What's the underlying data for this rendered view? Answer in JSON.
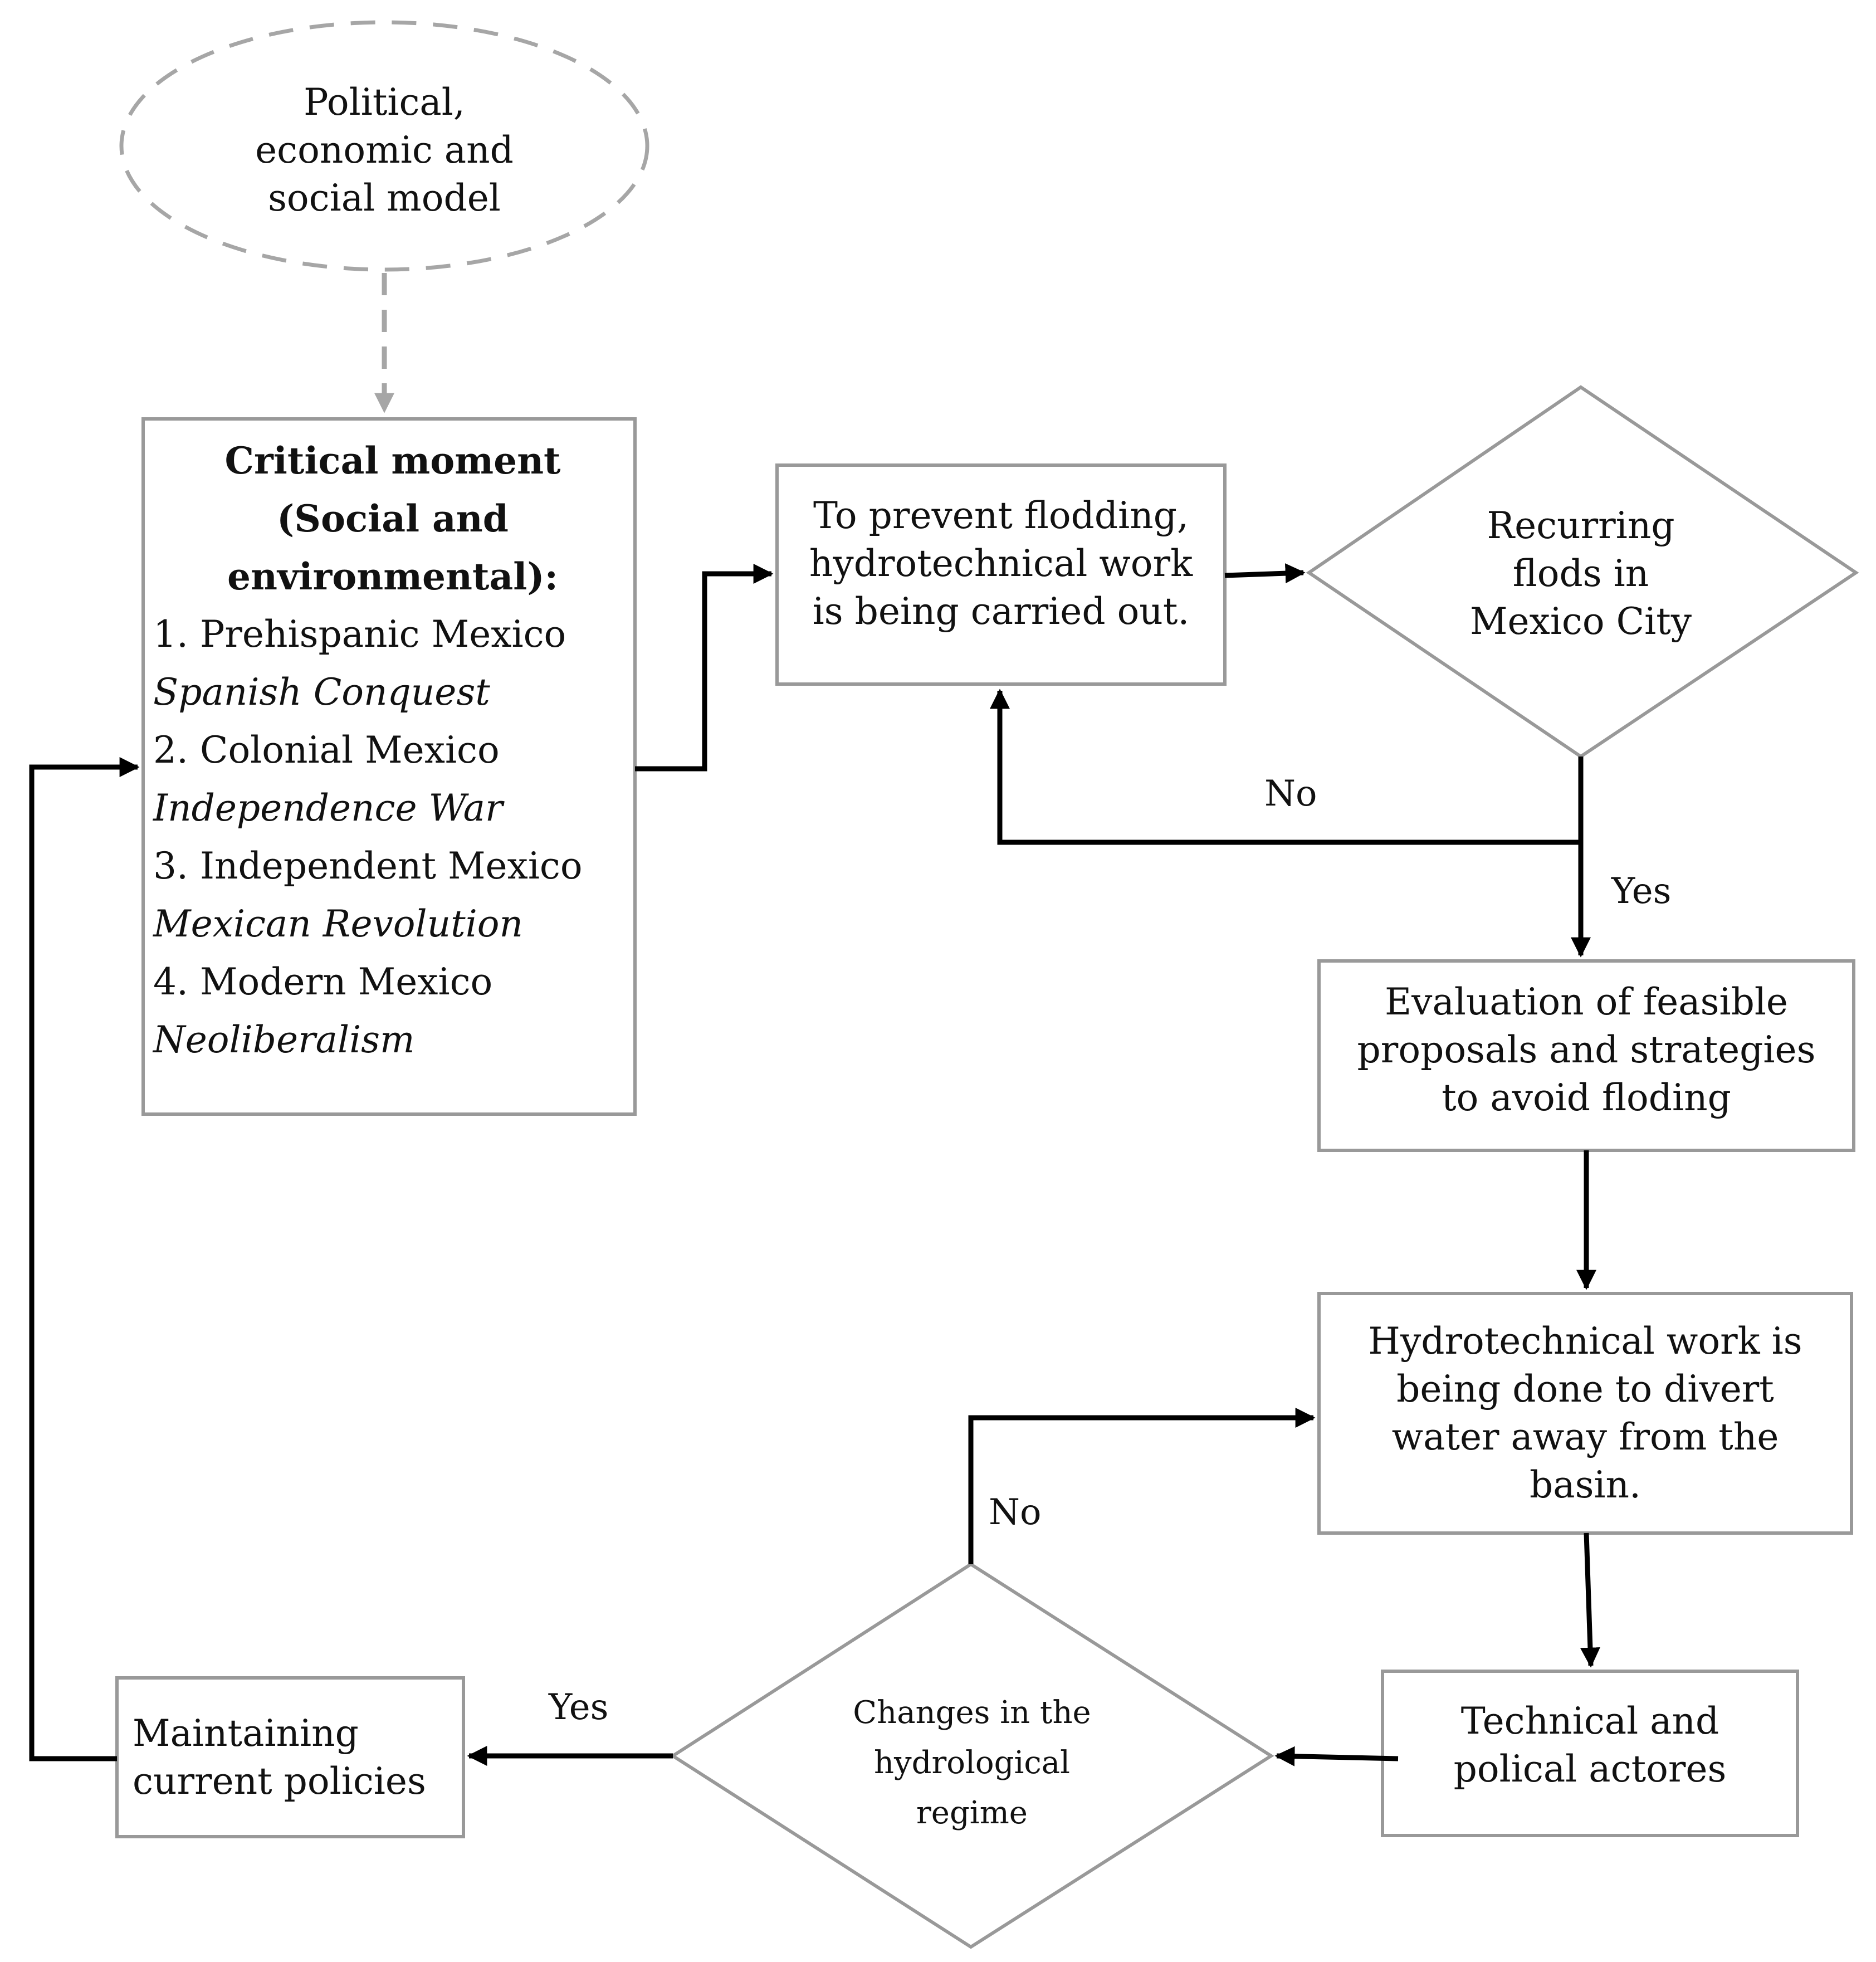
{
  "nodes": {
    "context": {
      "lines": [
        "Political,",
        "economic and",
        "social model"
      ]
    },
    "critical": {
      "heading": [
        "Critical moment",
        "(Social and",
        "environmental):"
      ],
      "eras": [
        {
          "item": "1. Prehispanic Mexico",
          "transition": "Spanish Conquest"
        },
        {
          "item": "2. Colonial Mexico",
          "transition": "Independence War"
        },
        {
          "item": "3. Independent Mexico",
          "transition": "Mexican Revolution"
        },
        {
          "item": "4. Modern Mexico",
          "transition": "Neoliberalism"
        }
      ]
    },
    "prevent": {
      "lines": [
        "To prevent flodding,",
        "hydrotechnical work",
        "is being  carried out."
      ]
    },
    "recurring": {
      "lines": [
        "Recurring",
        "flods in",
        "Mexico City"
      ]
    },
    "evaluation": {
      "lines": [
        "Evaluation of feasible",
        "proposals  and strategies",
        "to avoid floding"
      ]
    },
    "divert": {
      "lines": [
        "Hydrotechnical work is",
        "being  done to divert",
        "water away from the",
        "basin."
      ]
    },
    "actors": {
      "lines": [
        "Technical and",
        "polical actores"
      ]
    },
    "changes": {
      "lines": [
        "Changes in the",
        "hydrological",
        "regime"
      ]
    },
    "maintain": {
      "lines": [
        "Maintaining",
        "current policies"
      ]
    }
  },
  "edge_labels": {
    "recurring_no": "No",
    "recurring_yes": "Yes",
    "changes_no": "No",
    "changes_yes": "Yes"
  },
  "colors": {
    "line": "#000000",
    "box_border": "#999999",
    "dashed": "#a6a6a6",
    "text": "#111111"
  }
}
